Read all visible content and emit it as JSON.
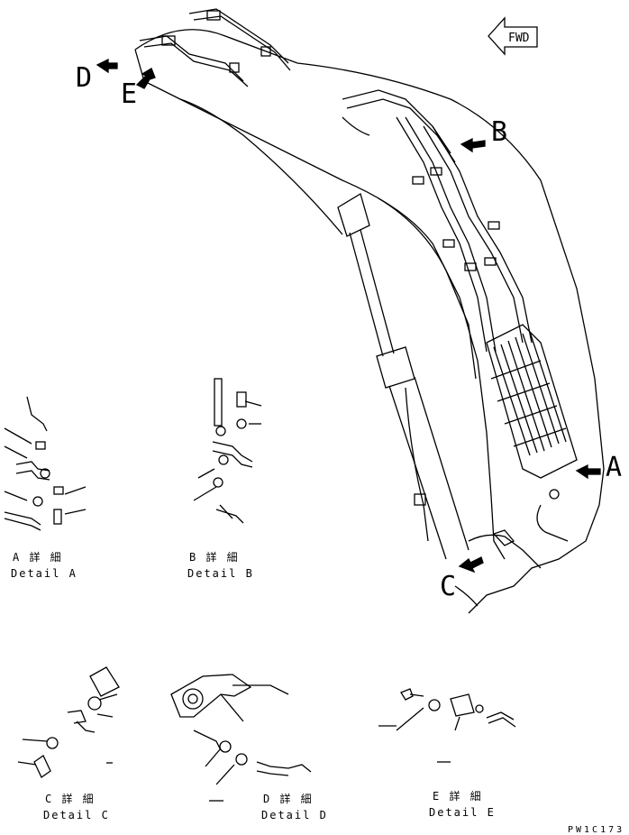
{
  "callouts": {
    "a": "A",
    "b": "B",
    "c": "C",
    "d": "D",
    "e": "E"
  },
  "fwd_label": "FWD",
  "details": {
    "a": {
      "jp": "A 詳 細",
      "en": "Detail A"
    },
    "b": {
      "jp": "B 詳 細",
      "en": "Detail B"
    },
    "c": {
      "jp": "C 詳 細",
      "en": "Detail C"
    },
    "d": {
      "jp": "D 詳 細",
      "en": "Detail D"
    },
    "e": {
      "jp": "E 詳 細",
      "en": "Detail E"
    }
  },
  "drawing_number": "PW1C173"
}
